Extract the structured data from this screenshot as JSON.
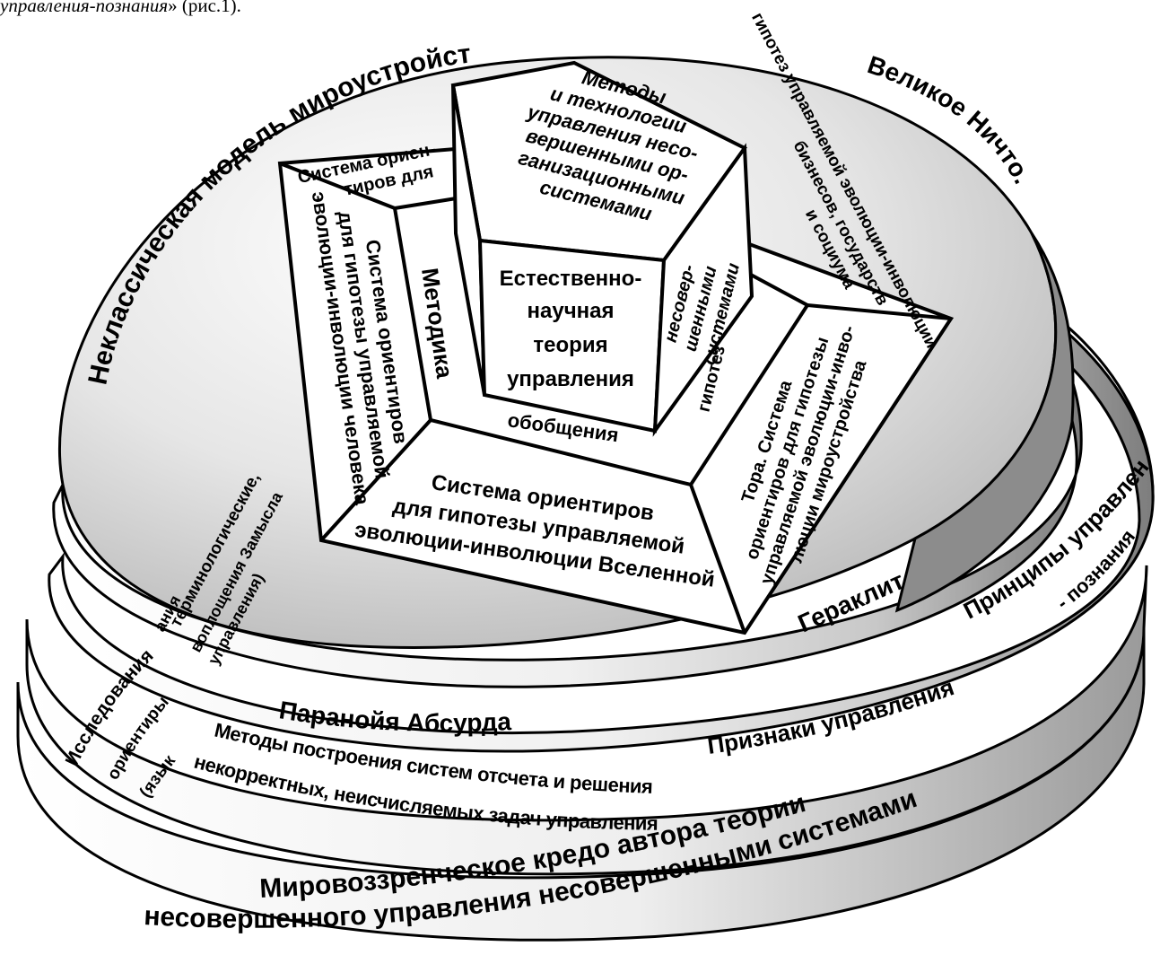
{
  "caption": {
    "italic": "управления-познания",
    "plain": "» (рис.1)."
  },
  "colors": {
    "outline": "#000000",
    "panel": "#ffffff",
    "disc_light": "#f2f2f2",
    "disc_dark": "#9a9a9a"
  },
  "rings": {
    "top_left_arc": "Неклассическая модель мироустройства.",
    "top_right": "Великое Ничто.",
    "paranoia": "Паранойя Абсурда",
    "heraclitus": "Гераклит",
    "principles_1": "Принципы  управления",
    "principles_2": "- познания",
    "signs": "Признаки  управления",
    "methods_1": "Методы построения систем отсчета и решения",
    "methods_2": "некорректных, неисчисляемых задач управления",
    "research": "Исследования",
    "landmarks": "ориентиры",
    "language": "(язык",
    "terminological": "терминологические,",
    "embodiment": "воплощения Замысла",
    "embodiment_b": "ания",
    "control_paren": "управления)",
    "credo_1": "Мировоззренческое кредо автора теории",
    "credo_2": "несовершенного управления несовершенными системами"
  },
  "pentagon": {
    "left_panel": [
      "Система ориентиров",
      "для гипотезы управляемой",
      "эволюции-инволюции человека"
    ],
    "top_left_panel": [
      "Система ориен-",
      "тиров для"
    ],
    "top_right_panel": [
      "гипотез управляемой эволюции-инволюции",
      "бизнесов, государств",
      "и социума"
    ],
    "right_panel": [
      "Тора. Система",
      "ориентиров для гипотезы",
      "управляемой эволюции-инво-",
      "люции мироустройства"
    ],
    "bottom_panel": [
      "Система ориентиров",
      "для гипотезы управляемой",
      "эволюции-инволюции Вселенной"
    ],
    "methodology": "Методика",
    "generalization": "обобщения",
    "hypotheses": "гипотез"
  },
  "core": {
    "top_face": [
      "Методы",
      "и технологии",
      "управления несо-",
      "вершенными ор-",
      "ганизационными",
      "системами"
    ],
    "front_face": [
      "Естественно-",
      "научная",
      "теория",
      "управления"
    ],
    "side_face": [
      "несовер-",
      "шенными",
      "системами"
    ]
  }
}
